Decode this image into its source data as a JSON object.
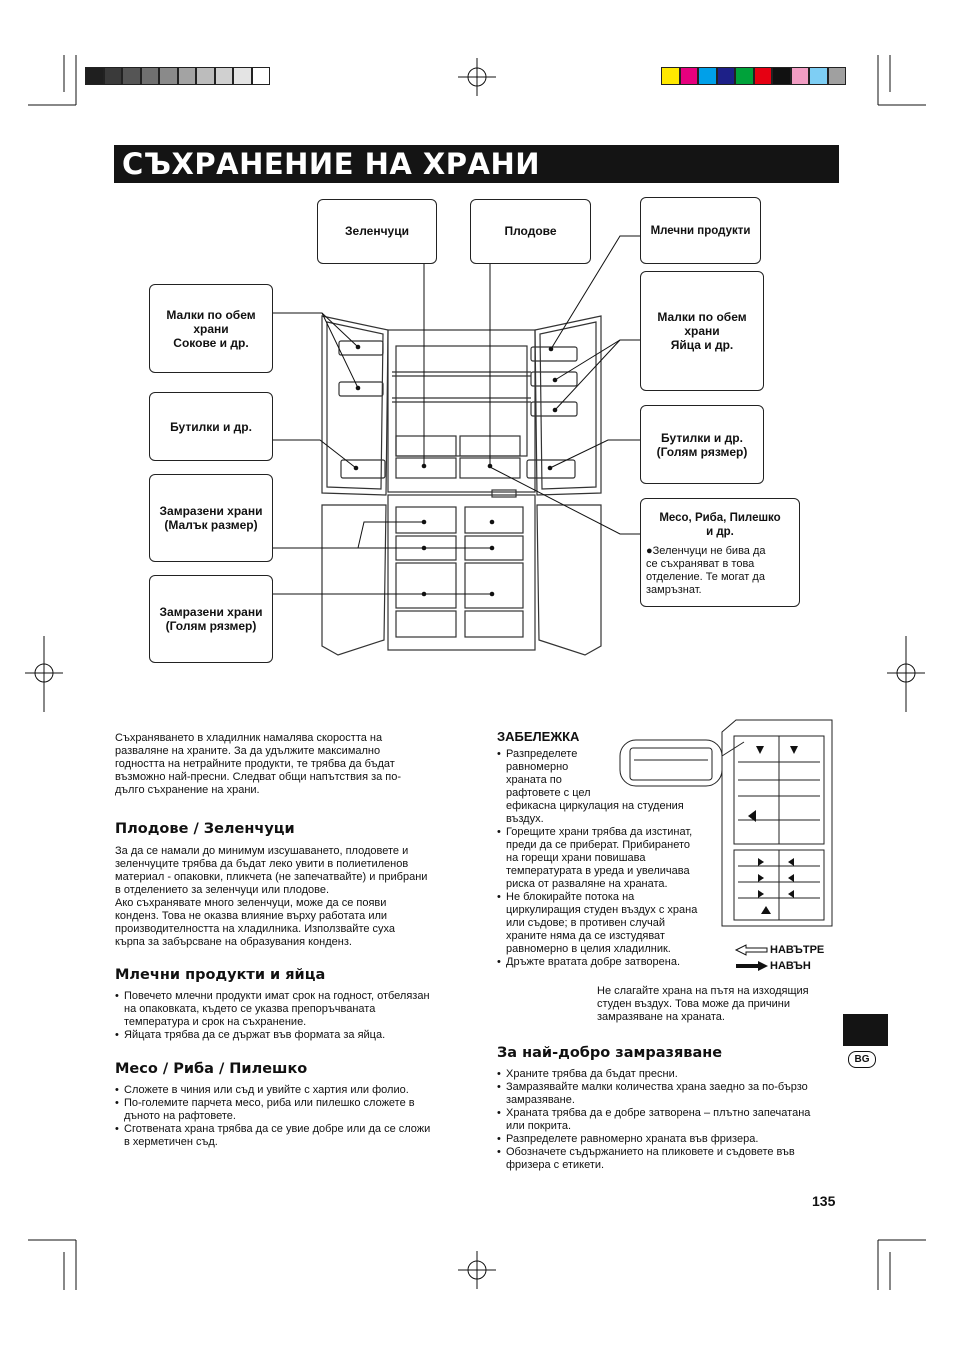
{
  "title": "СЪХРАНЕНИЕ НА ХРАНИ",
  "colors": {
    "title_bg": "#141414",
    "title_text": "#ffffff",
    "gray_swatches": [
      "#1f1f1f",
      "#3a3a3a",
      "#555555",
      "#707070",
      "#8a8a8a",
      "#a3a3a3",
      "#bcbcbc",
      "#d0d0d0",
      "#e4e4e4",
      "#ffffff"
    ],
    "color_swatches": [
      "#ffe800",
      "#e6007e",
      "#00a0e9",
      "#1d2088",
      "#00a23a",
      "#e60012",
      "#111111",
      "#f29ec4",
      "#7ecef4",
      "#a0a0a0"
    ]
  },
  "callouts": {
    "vegetables": "Зеленчуци",
    "fruits": "Плодове",
    "dairy": "Млечни продукти",
    "small_juices": "Малки по обем\nхрани\nСокове и др.",
    "small_eggs": "Малки по обем\nхрани\nЯйца и др.",
    "bottles": "Бутилки и др.",
    "bottles_large": "Бутилки и др.\n(Голям рязмер)",
    "frozen_small": "Замразени храни\n(Малък размер)",
    "frozen_large": "Замразени храни\n(Голям рязмер)",
    "meat_title": "Месо, Риба, Пилешко\nи др.",
    "meat_note": "●Зеленчуци не бива да\nсе съхраняват в това\nотделение. Те могат да\nзамръзнат."
  },
  "intro": "Съхраняването в хладилник намалява скоростта на\nразваляне на храните. За да удължите максимално\nгодността на нетрайните продукти, те трябва да бъдат\nвъзможно най-пресни. Следват общи напътствия за по-\nдългo съхранение на храни.",
  "fruits_veg": {
    "heading": "Плодове / Зеленчуци",
    "text": "За да се намали до минимум изсушаването, плодовете и\nзеленчуците трябва да бъдат леко увити в полиетиленов\nматериал - опаковки, пликчета (не запечатвайте) и прибрани\nв отделението за зеленчуци или плодове.\nАко съхранявате много зеленчуци, може да се появи\nконденз. Това не оказва влияние върху работата или\nпроизводителността на хладилника. Използвайте суха\nкърпа за забърсване на образувания конденз."
  },
  "dairy_section": {
    "heading": "Млечни продукти и яйца",
    "bullets": [
      "Повечето млечни продукти имат срок на годност, отбелязан\nна опаковката, където се указва препоръчваната\nтемпература и срок на съхранение.",
      "Яйцата трябва да се държат във формата за яйца."
    ]
  },
  "meat_section": {
    "heading": "Месо / Риба / Пилешко",
    "bullets": [
      "Сложете в чиния или съд и увийте с хартия или фолио.",
      "По-големите парчета месо, риба или пилешко сложете в\nдъното на рафтовете.",
      "Сготвената храна трябва да се увие добре или да се сложи\nв херметичен съд."
    ]
  },
  "note_section": {
    "heading": "ЗАБЕЛЕЖКА",
    "bullets": [
      "Разпределете\nравномерно\nхраната по\nрафтовете с цел\nефикасна циркулация на студения\nвъздух.",
      "Горещите храни трябва да изстинат,\nпреди да се приберат. Прибирането\nна горещи храни повишава\nтемпературата в уреда и увеличава\nриска от разваляне на храната.",
      "Не блокирайте потока на\nциркулиращия студен въздух с храна\nили съдове; в противен случай\nхраните няма да се изстудяват\nравномерно в целия хладилник.",
      "Дръжте вратата добре затворена."
    ]
  },
  "legend": {
    "inward": "НАВЪТРЕ",
    "outward": "НАВЪН"
  },
  "airflow_note": "Не слагайте храна на пътя на изходящия\nстуден въздух. Това може да причини\nзамразяване на храната.",
  "freezing_section": {
    "heading": "За най-добро замразяване",
    "bullets": [
      "Храните трябва да бъдат пресни.",
      "Замразявайте малки количества храна заедно за по-бързо\nзамразяване.",
      "Храната трябва да е добре затворена – плътно запечатана\nили покрита.",
      "Разпределете равномерно храната във фризера.",
      "Обозначете съдържанието на пликовете и съдовете във\nфризера с етикети."
    ]
  },
  "language_badge": "BG",
  "page_number": "135"
}
